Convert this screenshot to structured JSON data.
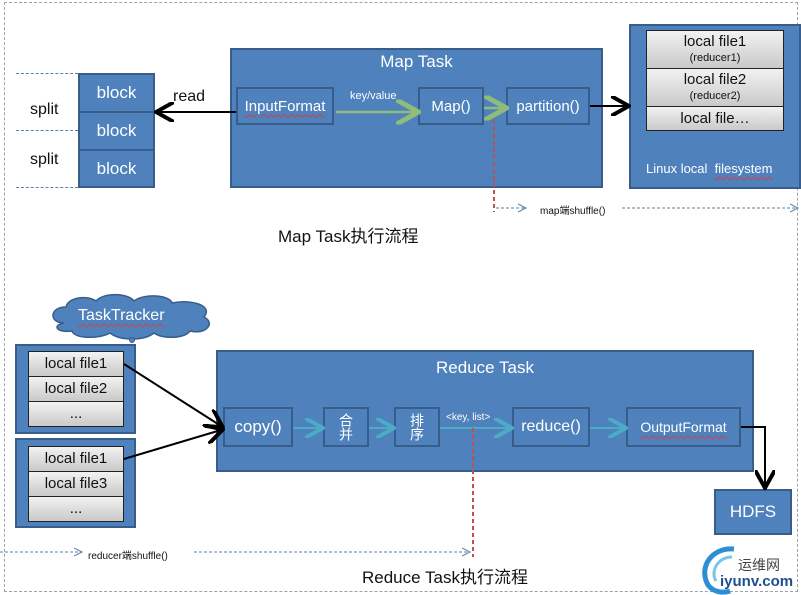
{
  "map_section": {
    "split_labels": [
      "split",
      "split"
    ],
    "blocks": [
      "block",
      "block",
      "block"
    ],
    "read_label": "read",
    "map_task": {
      "title": "Map Task",
      "input_format": "InputFormat",
      "key_value_label": "key/value",
      "map_fn": "Map()",
      "partition_fn": "partition()"
    },
    "local_fs": {
      "files": [
        {
          "name": "local file1",
          "sub": "(reducer1)"
        },
        {
          "name": "local file2",
          "sub": "(reducer2)"
        },
        {
          "name": "local file…",
          "sub": ""
        }
      ],
      "footer_prefix": "Linux local",
      "footer_word": "filesystem"
    },
    "shuffle_label": "map端shuffle()",
    "caption": "Map Task执行流程"
  },
  "reduce_section": {
    "tasktracker_label": "TaskTracker",
    "group1": [
      "local file1",
      "local file2",
      "..."
    ],
    "group2": [
      "local file1",
      "local file3",
      "..."
    ],
    "reduce_task": {
      "title": "Reduce Task",
      "copy_fn": "copy()",
      "merge_label": "合并",
      "sort_label": "排序",
      "key_list_label": "<key, list>",
      "reduce_fn": "reduce()",
      "output_format": "OutputFormat"
    },
    "hdfs_label": "HDFS",
    "shuffle_label": "reducer端shuffle()",
    "caption": "Reduce Task执行流程"
  },
  "watermark": {
    "cn": "运维网",
    "en": "iyunv.com"
  },
  "colors": {
    "box_fill": "#4f81bd",
    "box_border": "#385d8a",
    "green_arrow": "#8fbc7a",
    "teal_arrow": "#4bacc6",
    "shuffle_marker": "#c0504d"
  }
}
